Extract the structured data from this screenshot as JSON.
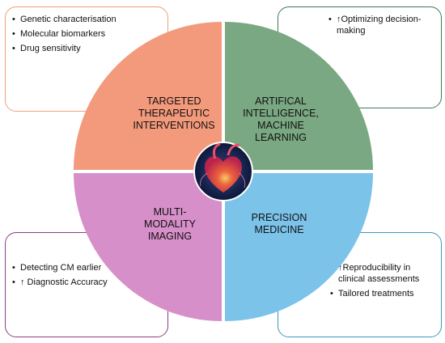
{
  "quadrants": {
    "top_left": {
      "label": "TARGETED THERAPEUTIC INTERVENTIONS",
      "color": "#f49a7c",
      "bullets": [
        "Genetic characterisation",
        "Molecular biomarkers",
        "Drug sensitivity"
      ]
    },
    "top_right": {
      "label": "ARTIFICAL INTELLIGENCE, MACHINE LEARNING",
      "color": "#7aa882",
      "bullets": [
        "↑Optimizing decision-making"
      ]
    },
    "bottom_left": {
      "label": "MULTI-MODALITY IMAGING",
      "color": "#d68fc8",
      "bullets": [
        "Detecting CM earlier",
        "↑ Diagnostic Accuracy"
      ]
    },
    "bottom_right": {
      "label": "PRECISION MEDICINE",
      "color": "#7cc3ea",
      "bullets": [
        "↑Reproducibility in clinical assessments",
        "Tailored treatments"
      ]
    }
  },
  "center_image": "heart-icon"
}
